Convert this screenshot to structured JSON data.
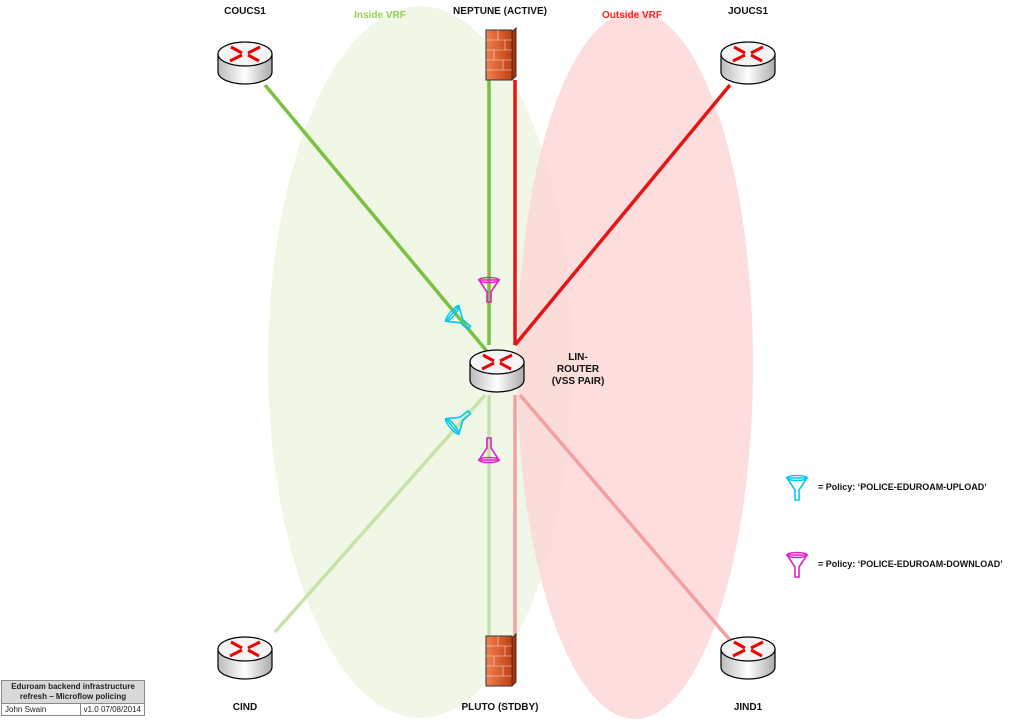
{
  "zones": {
    "inside": {
      "label": "Inside VRF",
      "color": "#92d050"
    },
    "outside": {
      "label": "Outside VRF",
      "color": "#ff0000"
    }
  },
  "nodes": {
    "coucs1": "COUCS1",
    "neptune": "NEPTUNE (ACTIVE)",
    "joucs1": "JOUCS1",
    "lin_router": [
      "LIN-",
      "ROUTER",
      "(VSS PAIR)"
    ],
    "cind": "CIND",
    "pluto": "PLUTO (STDBY)",
    "jind1": "JIND1"
  },
  "legend": [
    {
      "icon": "funnel-icon",
      "color": "#00c8f0",
      "text": "= Policy: ‘POLICE-EDUROAM-UPLOAD’"
    },
    {
      "icon": "funnel-icon",
      "color": "#e020c8",
      "text": "= Policy: ‘POLICE-EDUROAM-DOWNLOAD’"
    }
  ],
  "title_block": {
    "title": "Eduroam backend infrastructure refresh – Microflow policing",
    "author": "John Swain",
    "version": "v1.0 07/08/2014"
  }
}
